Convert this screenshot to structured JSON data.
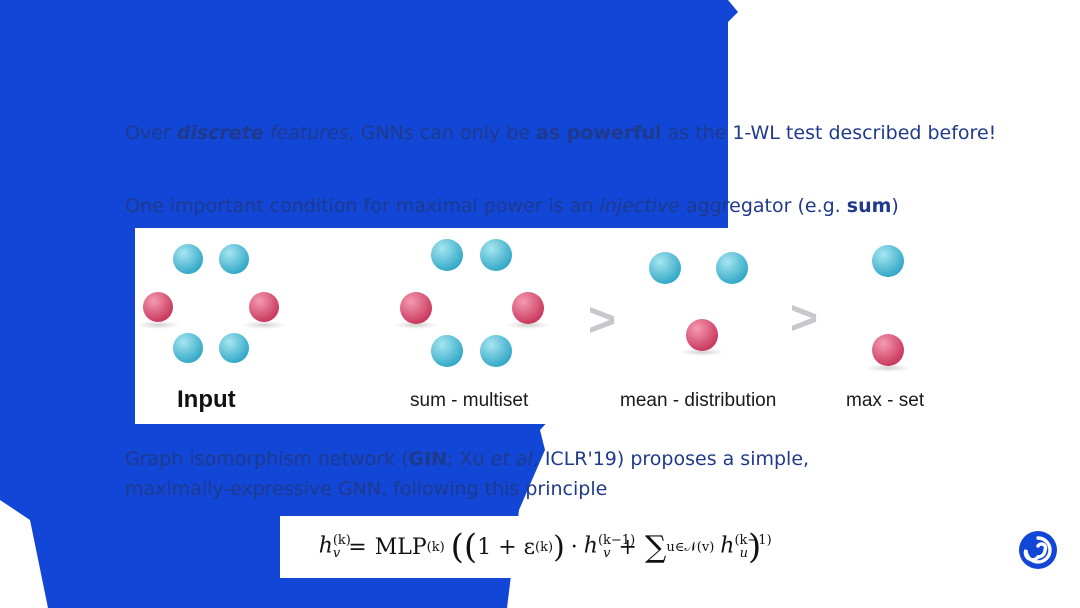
{
  "bullets": [
    {
      "prefix": "Over ",
      "em_bold": "discrete",
      "em": " features",
      "mid": ", GNNs can only be ",
      "bold": "as powerful",
      "suffix": " as the 1-WL test described before!"
    },
    {
      "prefix": "One important condition for maximal power is an ",
      "em": "injective",
      "mid": " aggregator (e.g. ",
      "bold": "sum",
      "suffix": ")"
    },
    {
      "prefix": "Graph isomorphism network (",
      "bold": "GIN",
      "mid": "; Xu ",
      "em": "et al",
      "suffix": ", ICLR'19) proposes a simple,",
      "line2": "maximally-expressive GNN, following this principle"
    }
  ],
  "figure": {
    "title": "Input",
    "labels": [
      "sum - multiset",
      "mean - distribution",
      "max - set"
    ],
    "comparators": [
      ">",
      ">"
    ]
  },
  "formula": {
    "h": "h",
    "v": "v",
    "k": "(k)",
    "eq": "=",
    "mlp": "MLP",
    "one_plus": "1 + ε",
    "dot": "·",
    "km1": "(k−1)",
    "plus": "+",
    "sum": "∑",
    "sum_sub": "u∈𝒩(v)",
    "u": "u"
  },
  "colors": {
    "brand_blue": "#1146d6",
    "node_blue": "#4ebfd6",
    "node_red": "#d9476a",
    "text_dark_blue": "#1f3a8c"
  },
  "logo": "swirl-logo-icon"
}
